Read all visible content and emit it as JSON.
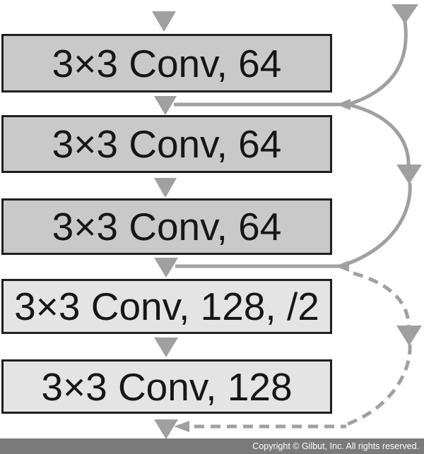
{
  "diagram": {
    "layers": [
      {
        "label": "3×3 Conv, 64",
        "group": "64"
      },
      {
        "label": "3×3 Conv, 64",
        "group": "64"
      },
      {
        "label": "3×3 Conv, 64",
        "group": "64"
      },
      {
        "label": "3×3 Conv, 128, /2",
        "group": "128"
      },
      {
        "label": "3×3 Conv, 128",
        "group": "128"
      }
    ],
    "skip_connections": [
      {
        "style": "solid",
        "description": "arc entering from top right, merging between layer 1 and layer 2"
      },
      {
        "style": "solid",
        "description": "arc bypassing layers 2-3, merging between layer 3 and layer 4"
      },
      {
        "style": "dashed",
        "description": "arc bypassing layers 4-5, merging below layer 5"
      }
    ],
    "colors": {
      "layer_fill_64": "#c9c9c9",
      "layer_fill_128": "#e4e4e4",
      "layer_border": "#1f1f1f",
      "arrow_gray": "#a0a0a0",
      "footer_bg": "#7a7a7a",
      "footer_text": "#ffffff"
    }
  },
  "footer": {
    "copyright": "Copyright © Gilbut, Inc. All rights reserved."
  }
}
